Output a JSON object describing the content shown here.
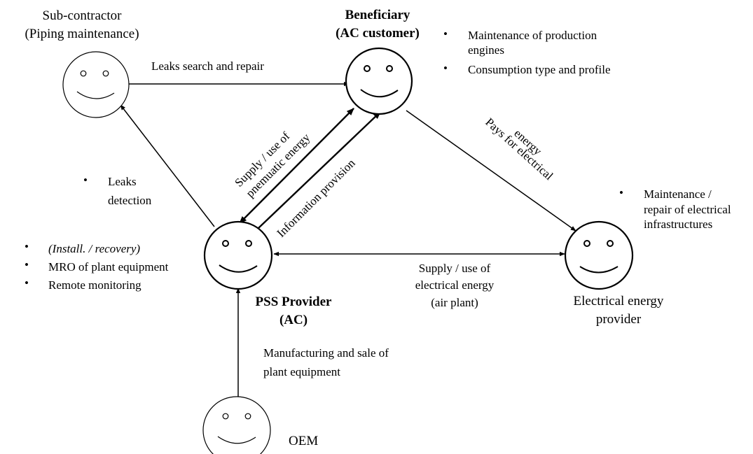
{
  "actors": {
    "subcontractor": {
      "line1": "Sub-contractor",
      "line2": "(Piping maintenance)"
    },
    "beneficiary": {
      "line1": "Beneficiary",
      "line2": "(AC customer)"
    },
    "pss_provider": {
      "line1": "PSS Provider",
      "line2": "(AC)"
    },
    "energy_provider": {
      "line1": "Electrical energy",
      "line2": "provider"
    },
    "oem": {
      "line1": "OEM"
    }
  },
  "bullets": {
    "beneficiary": [
      "Maintenance of production",
      "engines",
      "Consumption type and profile"
    ],
    "energy_provider": [
      "Maintenance /",
      "repair of electrical",
      "infrastructures"
    ],
    "leaks": [
      "Leaks",
      "detection"
    ],
    "pss": [
      "(Install. / recovery)",
      "MRO of plant equipment",
      "Remote monitoring"
    ],
    "bullet_char": "•"
  },
  "flows": {
    "leaks_search": "Leaks search and repair",
    "pneumatic_1": "Supply / use of",
    "pneumatic_2": "pnemuatic energy",
    "information": "Information provision",
    "pays_1": "Pays for electrical",
    "pays_2": "energy",
    "elec_1": "Supply / use of",
    "elec_2": "electrical energy",
    "elec_3": "(air plant)",
    "mfg_1": "Manufacturing and sale of",
    "mfg_2": "plant equipment"
  }
}
